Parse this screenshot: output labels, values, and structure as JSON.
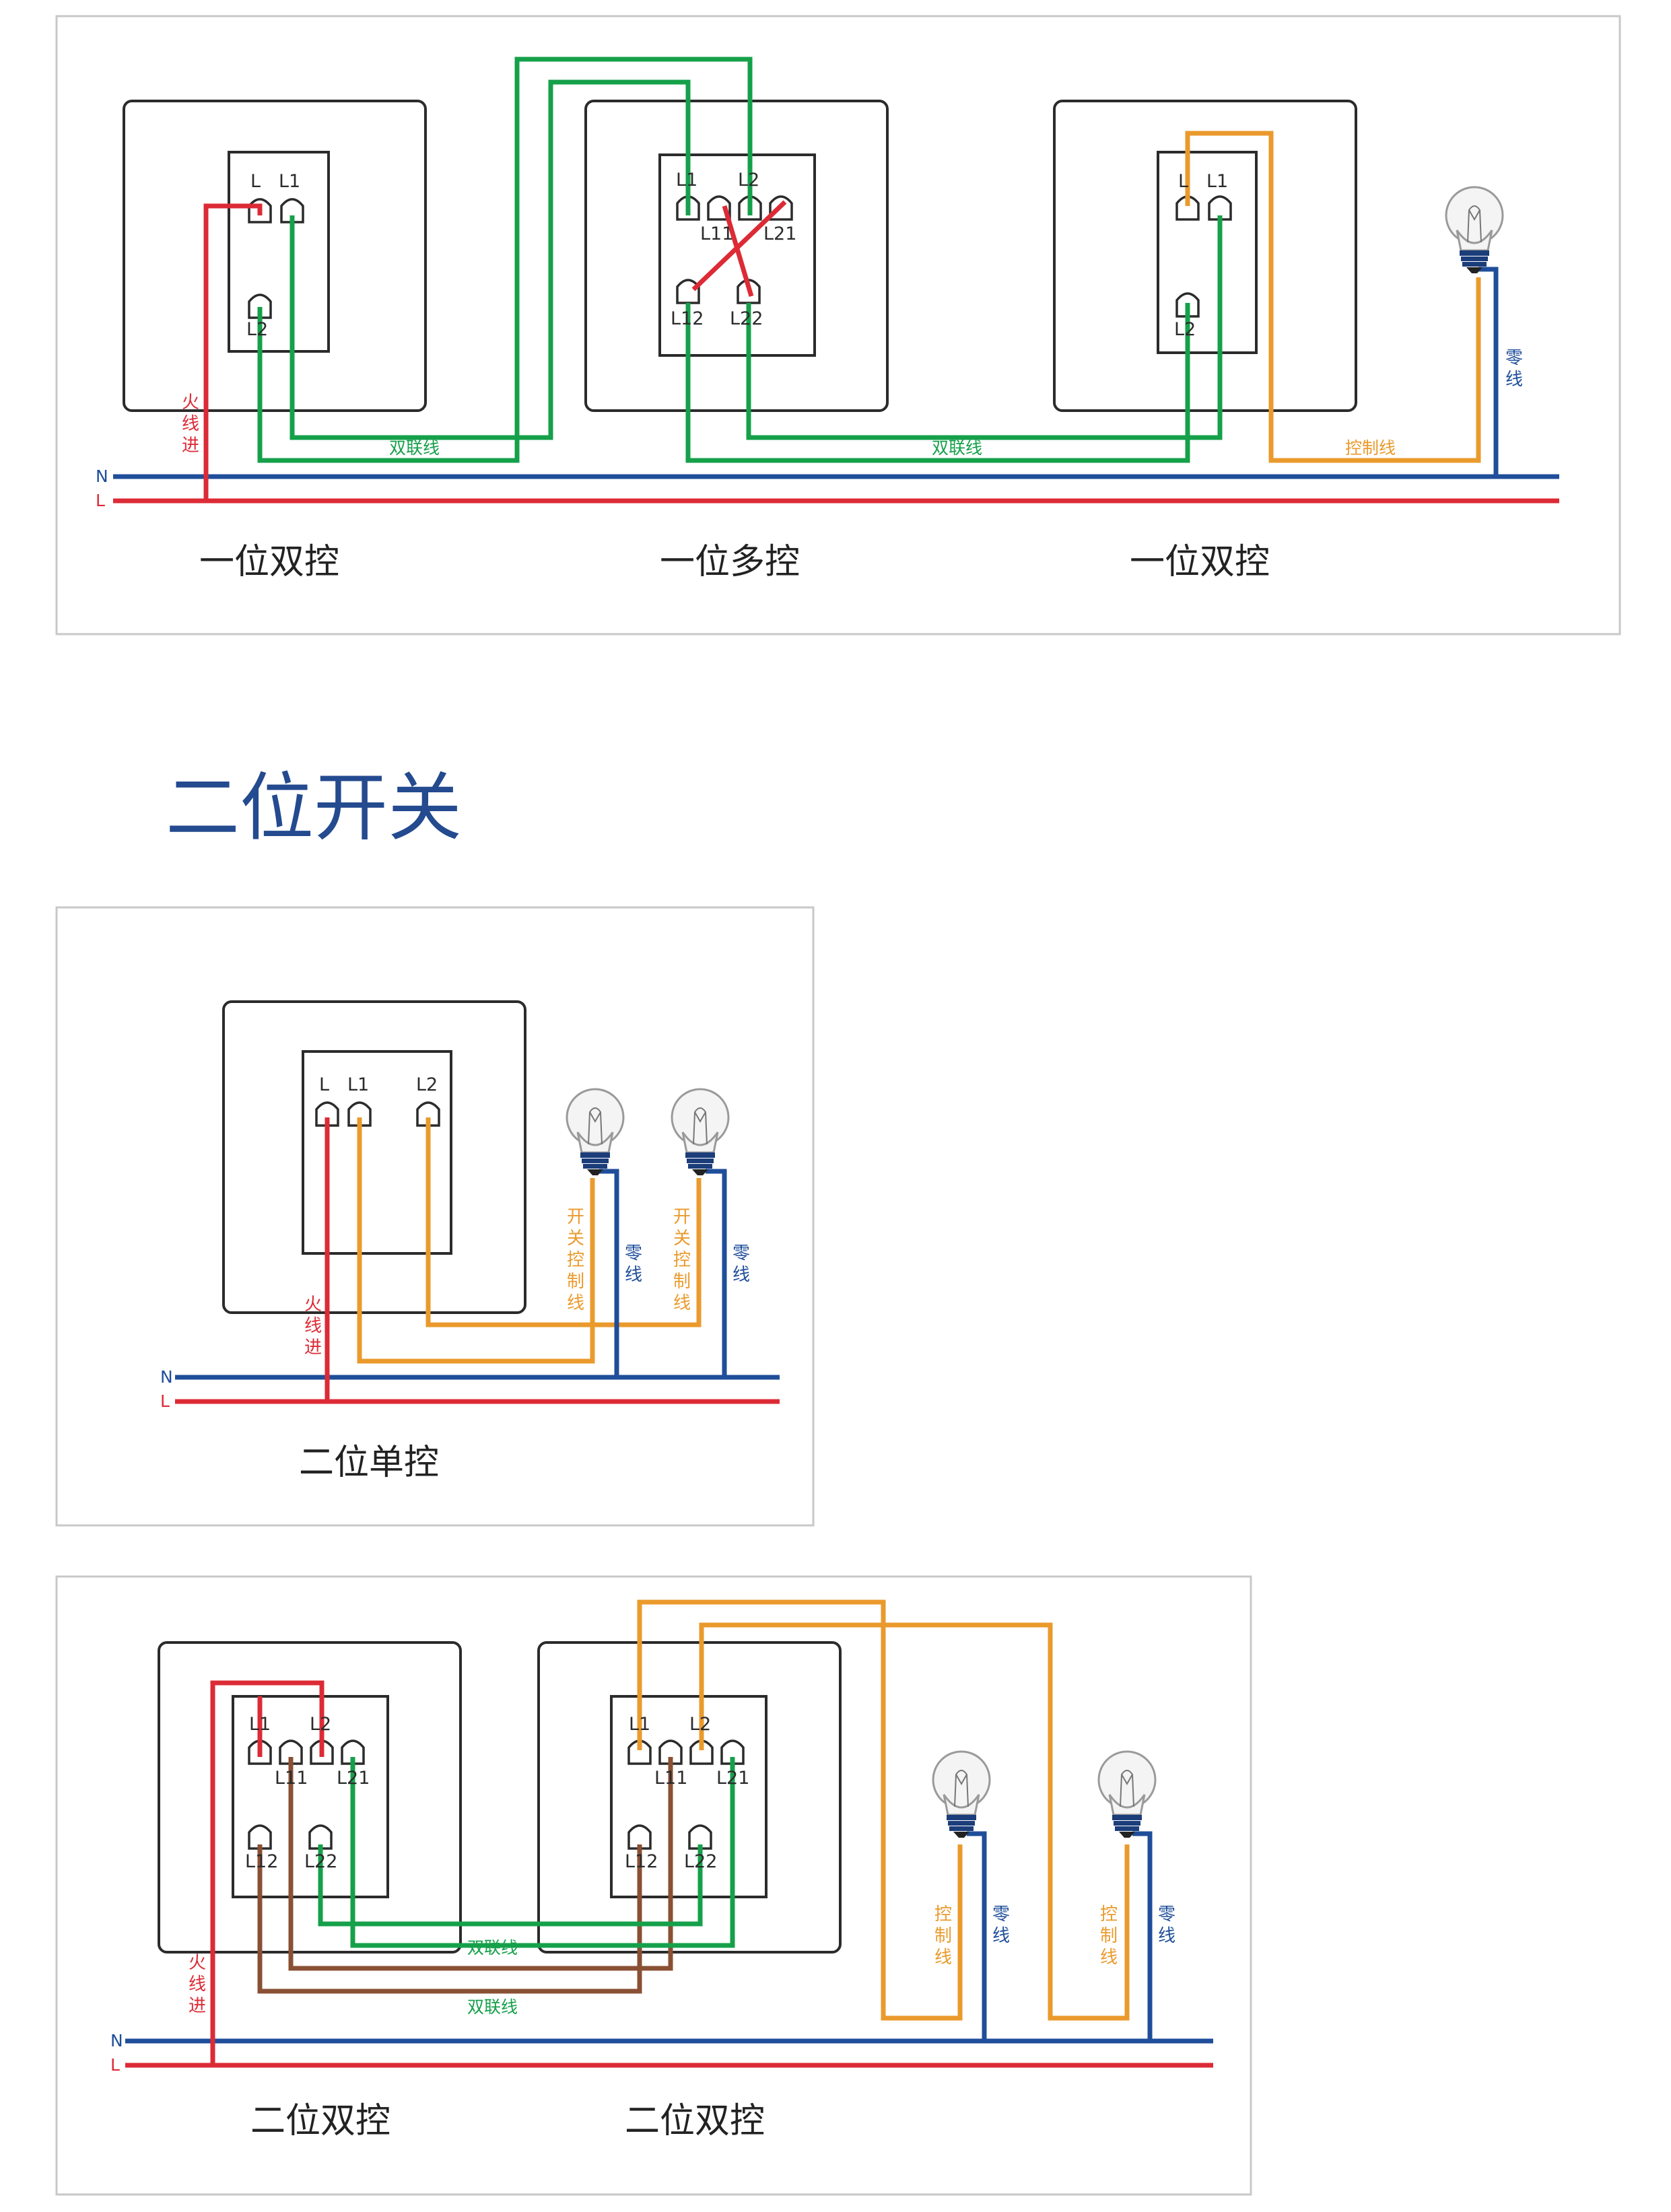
{
  "section_heading": "二位开关",
  "line_labels": {
    "neutral": "N",
    "live": "L"
  },
  "wire_labels": {
    "live_in": [
      "火",
      "线",
      "进"
    ],
    "neutral": [
      "零",
      "线"
    ],
    "control": [
      "控",
      "制",
      "线"
    ],
    "switch_control": [
      "开",
      "关",
      "控",
      "制",
      "线"
    ],
    "traveler": "双联线",
    "control_inline": "控制线"
  },
  "terminals": {
    "L": "L",
    "L1": "L1",
    "L2": "L2",
    "L11": "L11",
    "L12": "L12",
    "L21": "L21",
    "L22": "L22"
  },
  "diagram1": {
    "captions": [
      "一位双控",
      "一位多控",
      "一位双控"
    ]
  },
  "diagram2": {
    "caption": "二位单控"
  },
  "diagram3": {
    "captions": [
      "二位双控",
      "二位双控"
    ]
  },
  "colors": {
    "live": "#dc2b36",
    "neutral": "#1f4e9a",
    "traveler": "#15a04a",
    "control": "#ea9a2c",
    "traveler_2": "#8a5034",
    "heading": "#244a8f"
  },
  "icons": [
    "light-bulb-icon"
  ]
}
